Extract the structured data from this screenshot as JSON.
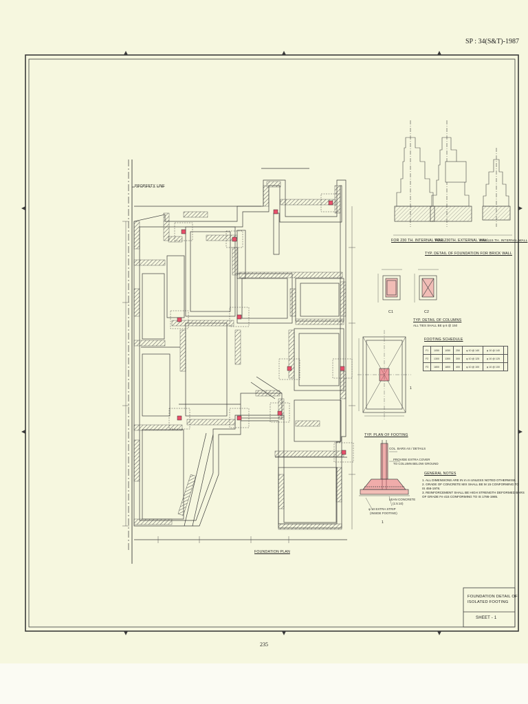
{
  "header": {
    "standard_ref": "SP : 34(S&T)-1987"
  },
  "plan": {
    "title": "FOUNDATION PLAN",
    "property_line": "PROPERTY LINE"
  },
  "wall_details": {
    "caption_internal_230": "FOR 230 TH. INTERNAL WALL",
    "caption_external_230": "FOR 230TH. EXTERNAL WALL",
    "caption_internal_115": "FOR 115 TH. INTERNAL WALL",
    "title": "TYP. DETAIL OF FOUNDATION FOR BRICK WALL"
  },
  "columns": {
    "title": "TYP. DETAIL OF COLUMNS",
    "subtitle": "ALL TIES SHALL BE φ 6 @ 150",
    "c1": "C1",
    "c2": "C2"
  },
  "footing_schedule": {
    "title": "FOOTING SCHEDULE",
    "rows": [
      [
        "F1",
        "1050",
        "1050",
        "250",
        "φ 10 @ 140",
        "φ 10 @ 140",
        ""
      ],
      [
        "F2",
        "1300",
        "1300",
        "300",
        "φ 10 @ 125",
        "φ 10 @ 125",
        ""
      ],
      [
        "F3",
        "1800",
        "1800",
        "400",
        "φ 10 @ 100",
        "φ 10 @ 100",
        ""
      ]
    ]
  },
  "footing_plan": {
    "title": "TYP. PLAN OF FOOTING",
    "marker": "1"
  },
  "section": {
    "col_bars": "COL. BARS AS / DETAILS",
    "provide_cover": "PROVIDE EXTRA COVER",
    "column_below": "TO COLUMN BELOW GROUND",
    "lean_concrete": "LEAN CONCRETE",
    "lean_mix": "(1:5:10)",
    "bottom_bars": "φ 10 EXTRA STRIP",
    "inside_footing": "(INSIDE FOOTING)",
    "marker": "1"
  },
  "general_notes": {
    "title": "GENERAL NOTES",
    "lines": [
      "1. ALL DIMENSIONS ARE IN m m UNLESS NOTED OTHERWISE.",
      "2. GRADE OF CONCRETE MIX SHALL BE M 15 CONFORMING TO",
      "    IS 456-1978.",
      "3. REINFORCEMENT SHALL BE HIGH STRENGTH DEFORMED BARS",
      "    OF GRADE Fe 415 CONFORMING TO IS 1786-1985."
    ]
  },
  "title_block": {
    "title_line1": "FOUNDATION DETAIL OF",
    "title_line2": "ISOLATED FOOTING",
    "sheet": "SHEET - 1"
  },
  "page_number": "235",
  "colors": {
    "paper": "#f6f7df",
    "line": "#3a3a3a",
    "hatch": "#555555",
    "highlight": "#e8506a"
  }
}
